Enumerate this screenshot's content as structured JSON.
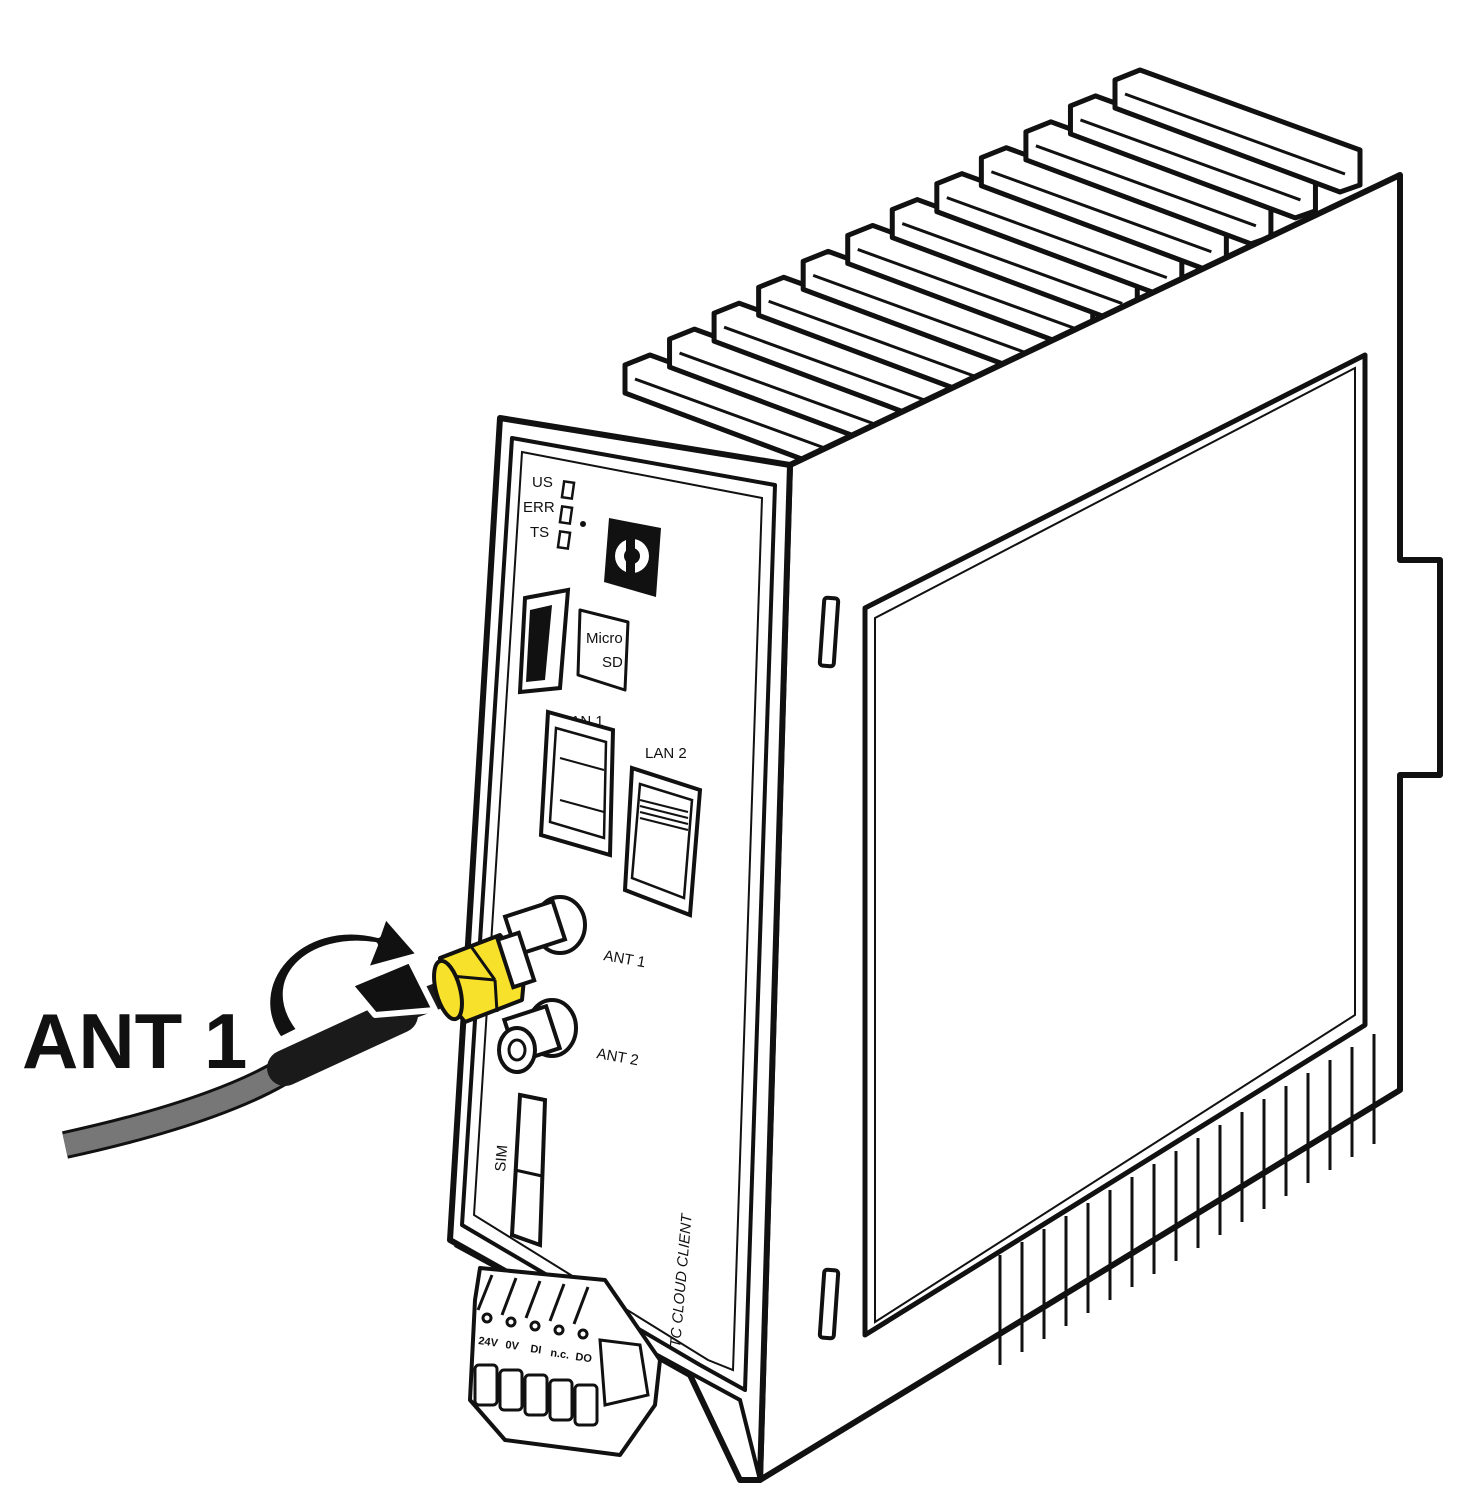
{
  "callout": {
    "label": "ANT 1"
  },
  "device": {
    "leds": [
      "US",
      "ERR",
      "TS"
    ],
    "sd_slot": {
      "label_line1": "Micro",
      "label_line2": "SD"
    },
    "ports": {
      "lan1": "LAN 1",
      "lan2": "LAN 2"
    },
    "antennas": {
      "ant1": "ANT 1",
      "ant2": "ANT 2"
    },
    "sim_label": "SIM",
    "product_name": "TC CLOUD CLIENT",
    "terminals": [
      "24V",
      "0V",
      "DI",
      "n.c.",
      "DO"
    ]
  },
  "colors": {
    "connector_fill": "#f7e12b",
    "cable": "#777777",
    "cable_end": "#1a1a1a",
    "outline": "#111111",
    "body": "#ffffff"
  }
}
